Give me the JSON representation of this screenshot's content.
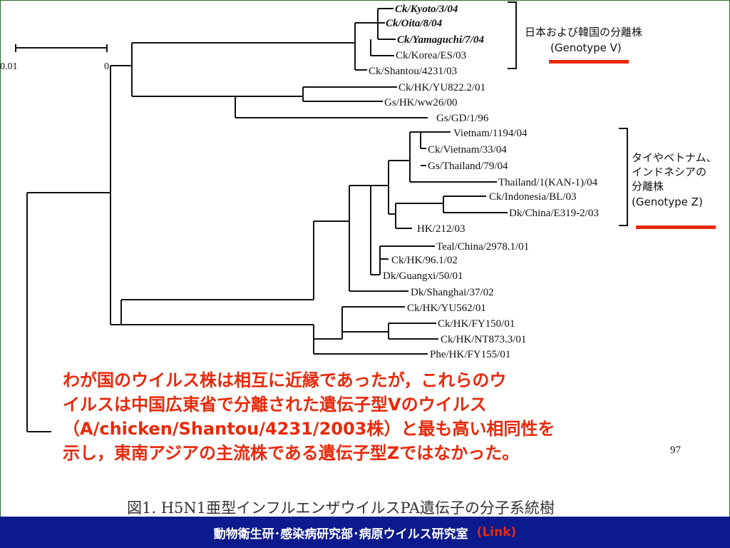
{
  "scale": {
    "left_label": "0.01",
    "right_label": "0"
  },
  "leaves": {
    "kyoto": "Ck/Kyoto/3/04",
    "oita": "Ck/Oita/8/04",
    "yamaguchi": "Ck/Yamaguchi/7/04",
    "korea": "Ck/Korea/ES/03",
    "shantou": "Ck/Shantou/4231/03",
    "yu822": "Ck/HK/YU822.2/01",
    "ww26": "Gs/HK/ww26/00",
    "gd1": "Gs/GD/1/96",
    "vietnam1194": "Vietnam/1194/04",
    "ckvietnam": "Ck/Vietnam/33/04",
    "gsthailand": "Gs/Thailand/79/04",
    "thailand1": "Thailand/1(KAN-1)/04",
    "indonesia": "Ck/Indonesia/BL/03",
    "dkchina": "Dk/China/E319-2/03",
    "hk212": "HK/212/03",
    "teal": "Teal/China/2978.1/01",
    "ck961": "Ck/HK/96.1/02",
    "guangxi": "Dk/Guangxi/50/01",
    "shanghai": "Dk/Shanghai/37/02",
    "yu562": "Ck/HK/YU562/01",
    "fy150": "Ck/HK/FY150/01",
    "nt873": "Ck/HK/NT873.3/01",
    "phe": "Phe/HK/FY155/01"
  },
  "group_v": {
    "line1": "日本および韓国の分離株",
    "line2": "(Genotype V)",
    "underline_color": "#e8290b"
  },
  "group_z": {
    "line1": "タイやベトナム、",
    "line2": "インドネシアの",
    "line3": "分離株",
    "line4": "(Genotype Z)",
    "underline_color": "#e8290b"
  },
  "bootstrap": "97",
  "annotation": {
    "line1": "わが国のウイルス株は相互に近縁であったが，これらのウ",
    "line2": "イルスは中国広東省で分離された遺伝子型Vのウイルス",
    "line3": "（A/chicken/Shantou/4231/2003株）と最も高い相同性を",
    "line4": "示し，東南アジアの主流株である遺伝子型Zではなかった。",
    "color": "#e8290b"
  },
  "caption": "図1. H5N1亜型インフルエンザウイルスPA遺伝子の分子系統樹",
  "footer": {
    "text": "動物衛生研･感染病研究部･病原ウイルス研究室",
    "link": "(Link)",
    "bg_color": "#0b1a8c"
  }
}
